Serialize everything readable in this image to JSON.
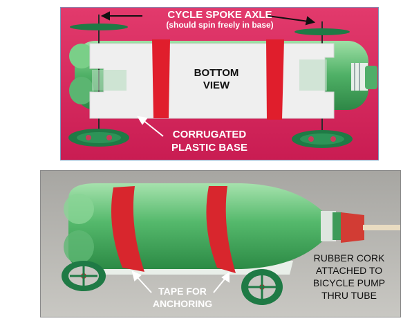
{
  "top_photo": {
    "labels": {
      "axle_title": "CYCLE SPOKE AXLE",
      "axle_note": "(should spin freely in base)",
      "bottom_view_1": "BOTTOM",
      "bottom_view_2": "VIEW",
      "base_1": "CORRUGATED",
      "base_2": "PLASTIC BASE"
    }
  },
  "bottom_photo": {
    "labels": {
      "tape_1": "TAPE FOR",
      "tape_2": "ANCHORING",
      "cork_1": "RUBBER CORK",
      "cork_2": "ATTACHED TO",
      "cork_3": "BICYCLE PUMP",
      "cork_4": "THRU TUBE"
    }
  },
  "colors": {
    "top_background": "#d8255e",
    "bottom_background": "#b9b8b3",
    "bottle_green": "#5fbf75",
    "tape_red": "#e01e2c",
    "wheel_green": "#1f7a45",
    "base_white": "#eeeeee"
  }
}
